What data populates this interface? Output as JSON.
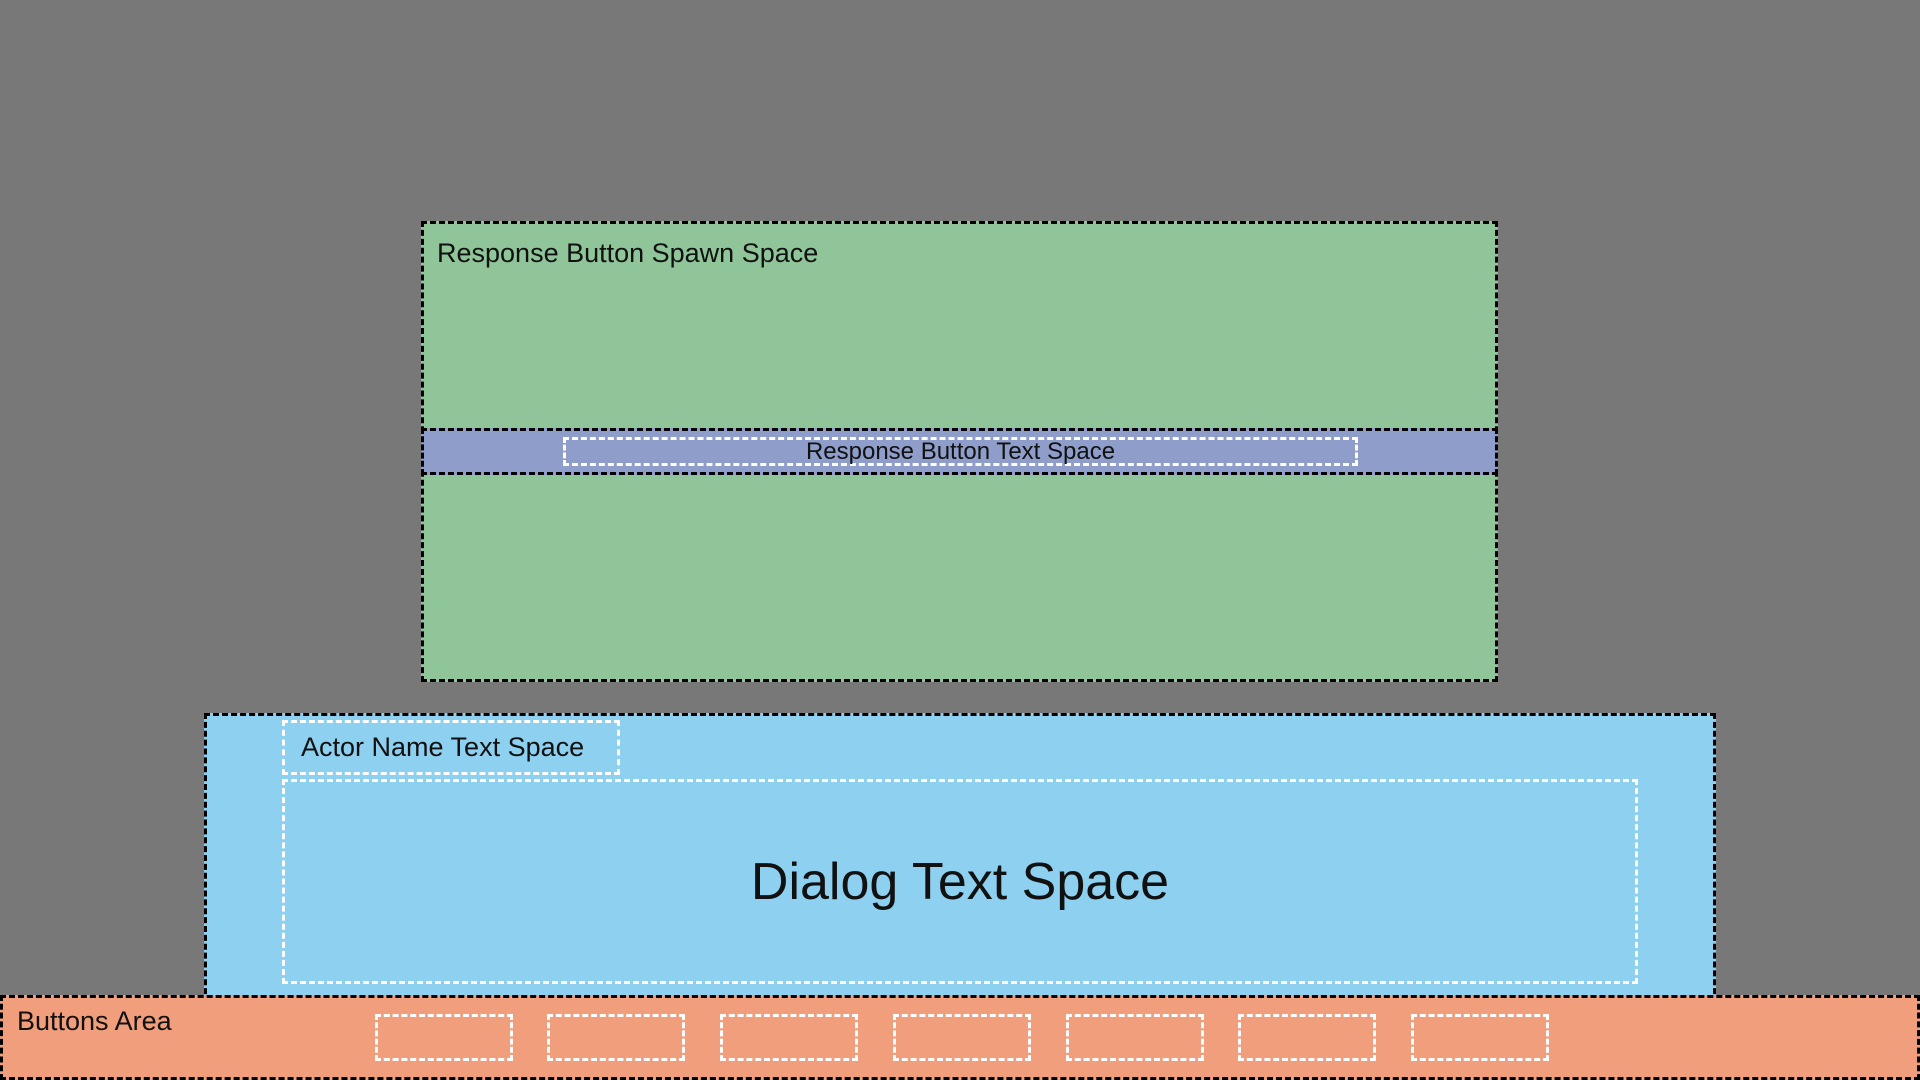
{
  "response_spawn": {
    "label": "Response Button Spawn Space"
  },
  "response_button": {
    "label": "Response Button Text Space"
  },
  "dialog": {
    "actor_name_label": "Actor Name Text Space",
    "text_label": "Dialog Text Space"
  },
  "buttons_area": {
    "label": "Buttons Area",
    "slot_count": 7
  },
  "colors": {
    "background": "#787878",
    "spawn_space": "#90c499",
    "response_bar": "#8e9dc9",
    "dialog_panel": "#8dd0f0",
    "buttons_area": "#f19e7d"
  }
}
